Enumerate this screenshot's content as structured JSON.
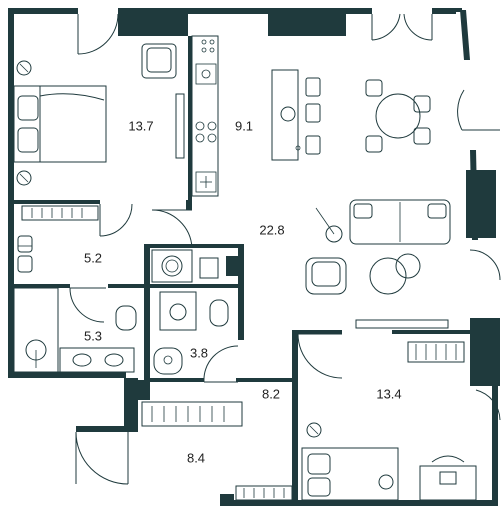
{
  "colors": {
    "wall": "#1f3a3d",
    "line": "#1f3a3d",
    "background": "#ffffff",
    "text": "#222222"
  },
  "rooms": [
    {
      "id": "bedroom-left",
      "area": "13.7"
    },
    {
      "id": "kitchen",
      "area": "9.1"
    },
    {
      "id": "living-room",
      "area": "22.8"
    },
    {
      "id": "bathroom-top",
      "area": "5.2"
    },
    {
      "id": "bathroom-bottom",
      "area": "5.3"
    },
    {
      "id": "wc",
      "area": "3.8"
    },
    {
      "id": "corridor",
      "area": "8.2"
    },
    {
      "id": "hall",
      "area": "8.4"
    },
    {
      "id": "bedroom-right",
      "area": "13.4"
    }
  ]
}
